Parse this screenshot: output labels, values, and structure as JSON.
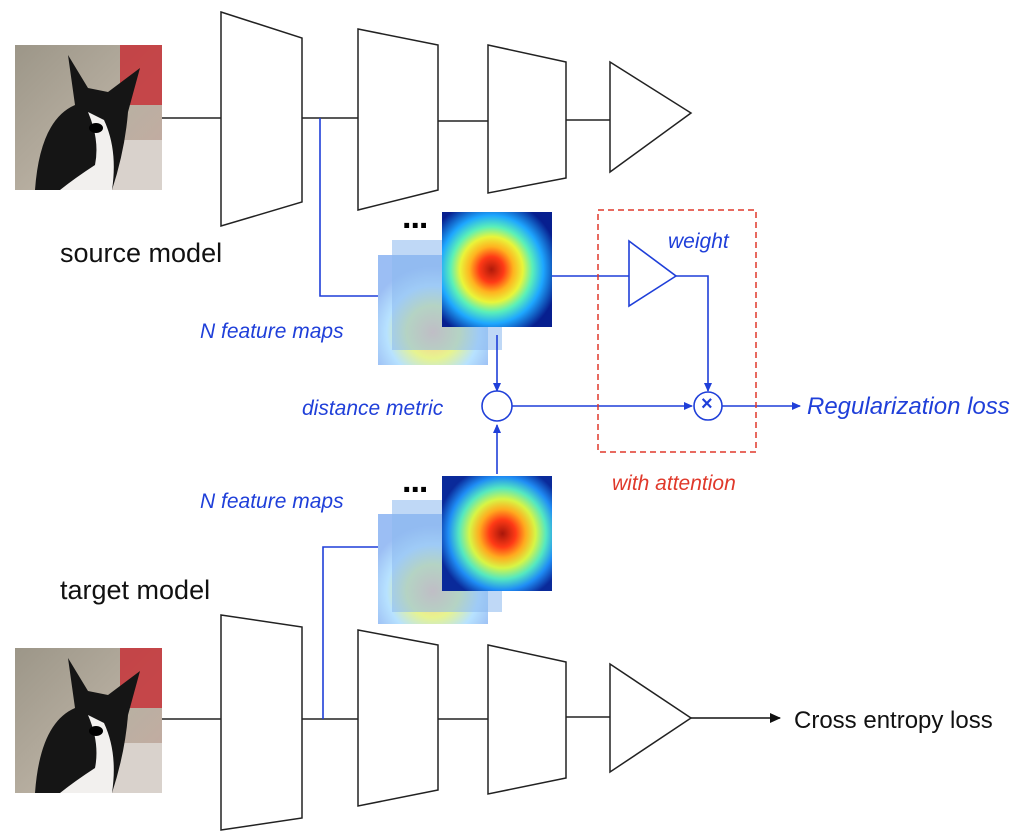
{
  "labels": {
    "source_model": "source model",
    "target_model": "target model",
    "n_feature_maps_top": "N feature maps",
    "n_feature_maps_bottom": "N feature maps",
    "distance_metric": "distance metric",
    "weight": "weight",
    "with_attention": "with attention",
    "regularization_loss": "Regularization loss",
    "cross_entropy_loss": "Cross entropy loss",
    "ellipsis_top": "...",
    "ellipsis_bottom": "...",
    "multiply_symbol": "×"
  },
  "colors": {
    "flow_blue": "#1f3fd9",
    "attention_red": "#e0392b",
    "network_black": "#222222"
  },
  "icons": {
    "input_image": "dog-photo-icon",
    "feature_map": "heatmap-icon",
    "layer": "trapezoid-layer-icon",
    "classifier": "triangle-classifier-icon",
    "weight_layer": "triangle-weight-icon"
  }
}
